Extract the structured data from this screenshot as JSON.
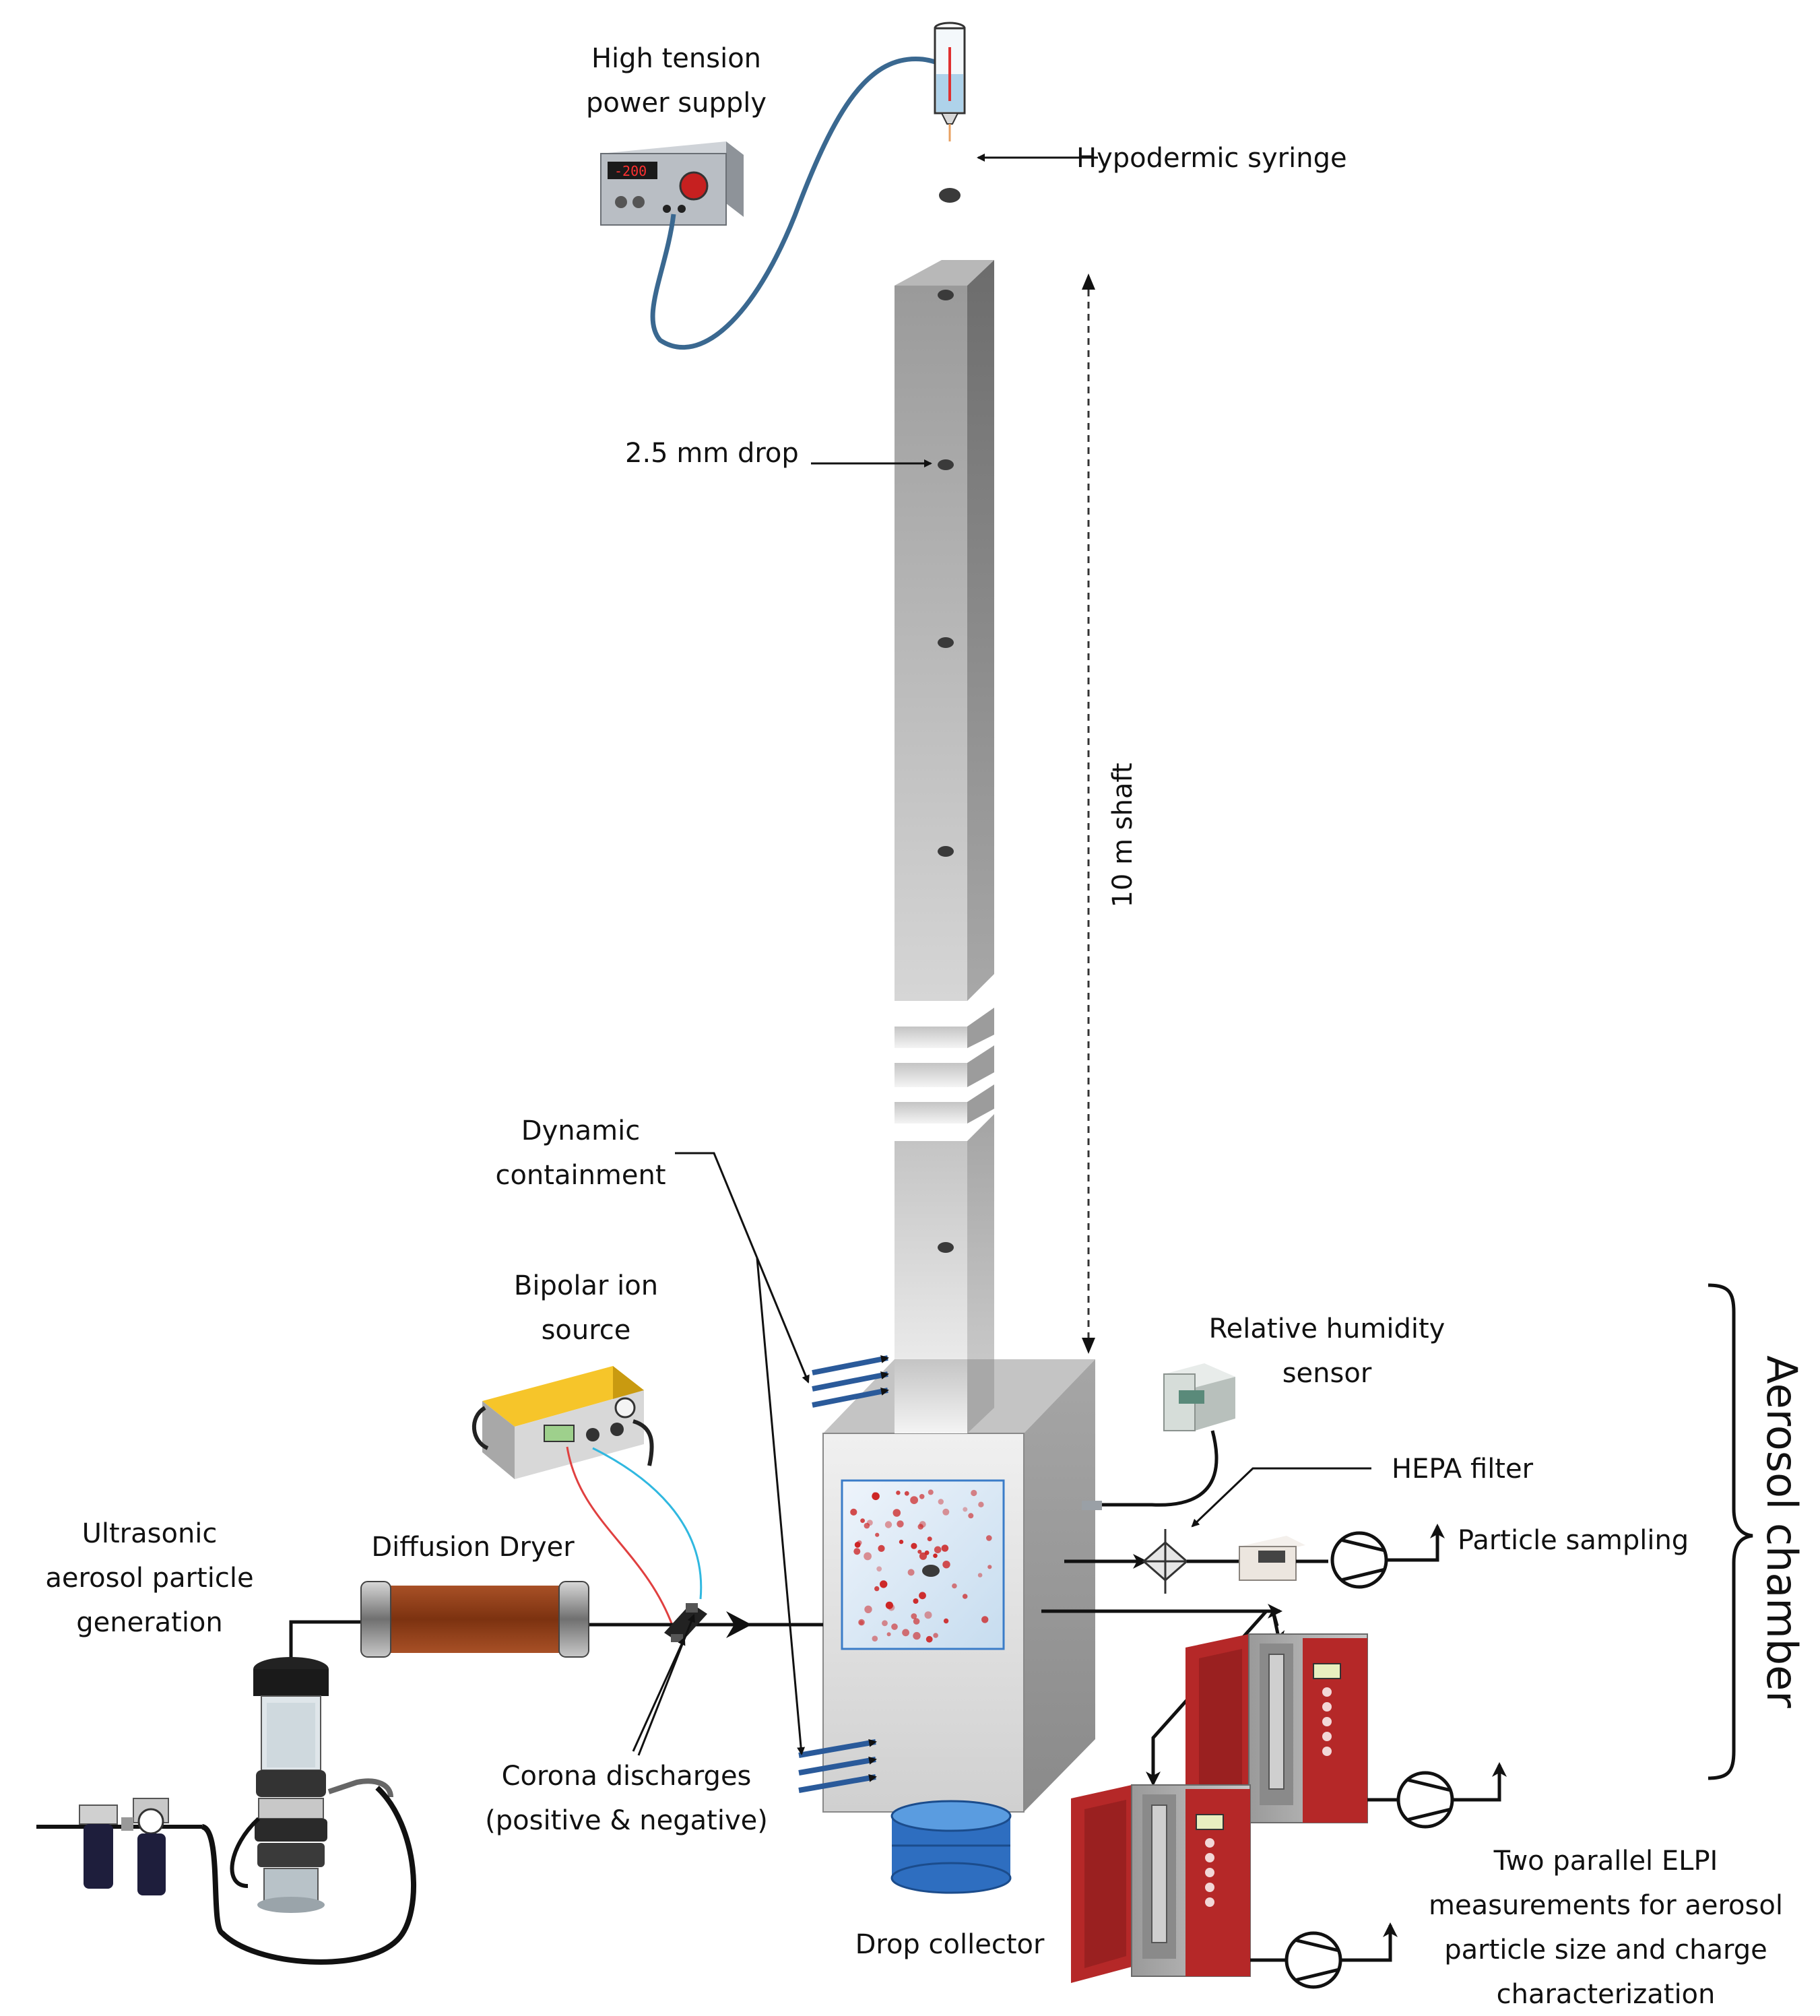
{
  "labels": {
    "power_supply": [
      "High tension",
      "power supply"
    ],
    "syringe": "Hypodermic syringe",
    "drop": "2.5 mm drop",
    "shaft": "10 m shaft",
    "containment": [
      "Dynamic",
      "containment"
    ],
    "ion_source": [
      "Bipolar ion",
      "source"
    ],
    "humidity": [
      "Relative humidity",
      "sensor"
    ],
    "hepa": "HEPA filter",
    "sampling": "Particle sampling",
    "chamber": "Aerosol chamber",
    "ultrasonic": [
      "Ultrasonic",
      "aerosol particle",
      "generation"
    ],
    "dryer": "Diffusion Dryer",
    "corona": [
      "Corona discharges",
      "(positive & negative)"
    ],
    "collector": "Drop collector",
    "elpi": [
      "Two parallel ELPI",
      "measurements for aerosol",
      "particle size and charge",
      "characterization"
    ]
  },
  "devices": {
    "power_display": "-200"
  },
  "colors": {
    "shaft_light": "#c8c8c8",
    "shaft_dark": "#8c8c8c",
    "chamber_front": "#dcdcdc",
    "inlet_arrow": "#2a5a9a",
    "particle": "#cc2222",
    "elpi_red": "#b52828",
    "dryer": "#8a3a12",
    "ion_case": "#f2b81c",
    "collector": "#3a7cc8",
    "cable": "#3a6890",
    "wire_red": "#e04040",
    "wire_cyan": "#30b8e0"
  }
}
